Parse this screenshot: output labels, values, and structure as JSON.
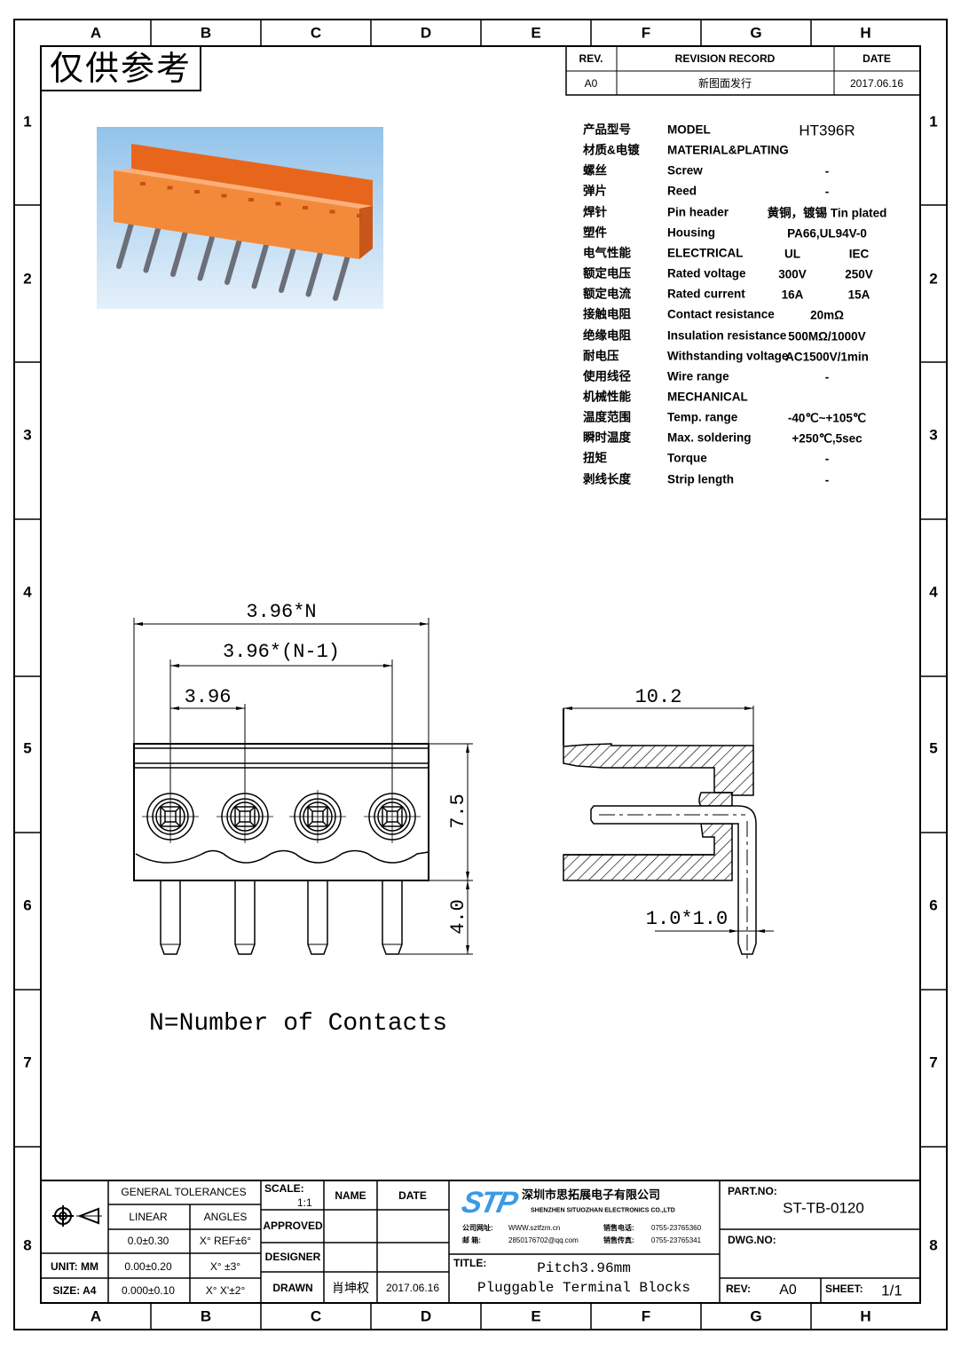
{
  "grid": {
    "columns": [
      "A",
      "B",
      "C",
      "D",
      "E",
      "F",
      "G",
      "H"
    ],
    "rows": [
      "1",
      "2",
      "3",
      "4",
      "5",
      "6",
      "7",
      "8"
    ]
  },
  "stamp": "仅供参考",
  "revision": {
    "rev_label": "REV.",
    "record_label": "REVISION RECORD",
    "date_label": "DATE",
    "rev": "A0",
    "record": "新图面发行",
    "date": "2017.06.16"
  },
  "specs": {
    "rows": [
      {
        "cn": "产品型号",
        "en": "MODEL",
        "value": "HT396R"
      },
      {
        "cn": "材质&电镀",
        "en": "MATERIAL&PLATING"
      },
      {
        "cn": "螺丝",
        "en": "Screw",
        "value": "-"
      },
      {
        "cn": "弹片",
        "en": "Reed",
        "value": "-"
      },
      {
        "cn": "焊针",
        "en": "Pin header",
        "value": "黄铜，镀锡 Tin plated"
      },
      {
        "cn": "塑件",
        "en": "Housing",
        "value": "PA66,UL94V-0"
      },
      {
        "cn": "电气性能",
        "en": "ELECTRICAL",
        "v1": "UL",
        "v2": "IEC"
      },
      {
        "cn": "额定电压",
        "en": "Rated voltage",
        "v1": "300V",
        "v2": "250V"
      },
      {
        "cn": "额定电流",
        "en": "Rated current",
        "v1": "16A",
        "v2": "15A"
      },
      {
        "cn": "接触电阻",
        "en": "Contact resistance",
        "value": "20mΩ"
      },
      {
        "cn": "绝缘电阻",
        "en": "Insulation resistance",
        "value": "500MΩ/1000V"
      },
      {
        "cn": "耐电压",
        "en": "Withstanding voltage",
        "value": "AC1500V/1min"
      },
      {
        "cn": "使用线径",
        "en": "Wire range",
        "value": "-"
      },
      {
        "cn": "机械性能",
        "en": "MECHANICAL"
      },
      {
        "cn": "温度范围",
        "en": "Temp. range",
        "value": "-40℃~+105℃"
      },
      {
        "cn": "瞬时温度",
        "en": "Max. soldering",
        "value": "+250℃,5sec"
      },
      {
        "cn": "扭矩",
        "en": "Torque",
        "value": "-"
      },
      {
        "cn": "剥线长度",
        "en": "Strip length",
        "value": "-"
      }
    ]
  },
  "drawing": {
    "overall": "3.96*N",
    "span": "3.96*(N-1)",
    "pitch": "3.96",
    "height": "7.5",
    "pin_length": "4.0",
    "depth": "10.2",
    "pin_size": "1.0*1.0",
    "note": "N=Number of Contacts"
  },
  "title_block": {
    "general_tolerances": "GENERAL TOLERANCES",
    "linear": "LINEAR",
    "angles": "ANGLES",
    "lin1": "0.0±0.30",
    "ang1": "X° REF±6°",
    "unit": "UNIT: MM",
    "lin2": "0.00±0.20",
    "ang2": "X° ±3°",
    "size": "SIZE: A4",
    "lin3": "0.000±0.10",
    "ang3": "X° X'±2°",
    "scale_label": "SCALE:",
    "scale": "1:1",
    "name_label": "NAME",
    "date_label": "DATE",
    "approved": "APPROVED",
    "designer": "DESIGNER",
    "drawn": "DRAWN",
    "drawn_name": "肖坤权",
    "drawn_date": "2017.06.16",
    "logo_text": "STP",
    "company_cn": "深圳市思拓展电子有限公司",
    "company_en": "SHENZHEN SITUOZHAN ELECTRONICS CO.,LTD",
    "web_label": "公司网址:",
    "web": "WWW.sztfzm.cn",
    "mail_label": "邮    箱:",
    "mail": "2850176702@qq.com",
    "tel_label": "销售电话:",
    "tel": "0755-23765360",
    "fax_label": "销售传真:",
    "fax": "0755-23765341",
    "title_label": "TITLE:",
    "title_line1": "Pitch3.96mm",
    "title_line2": "Pluggable Terminal Blocks",
    "part_no_label": "PART.NO:",
    "part_no": "ST-TB-0120",
    "dwg_no_label": "DWG.NO:",
    "rev_label": "REV:",
    "rev": "A0",
    "sheet_label": "SHEET:",
    "sheet": "1/1"
  },
  "colors": {
    "logo_blue": "#3a9be3",
    "housing_orange": "#f07a2a",
    "photo_bg": "#b7d7f0"
  }
}
